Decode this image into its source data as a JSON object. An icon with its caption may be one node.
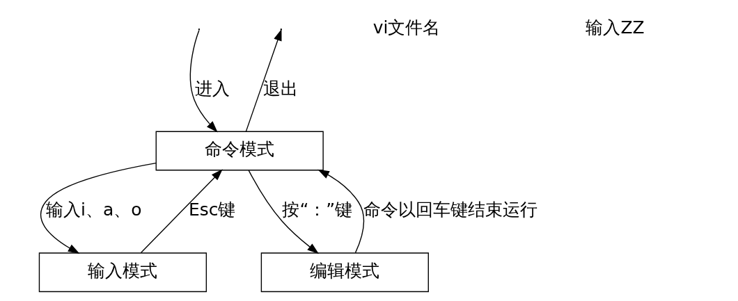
{
  "diagram": {
    "nodes": [
      {
        "text": [
          "命令模式"
        ]
      },
      {
        "text": [
          "输入模式"
        ]
      },
      {
        "text": [
          "编辑模式"
        ]
      }
    ],
    "edges": [
      {
        "from": null,
        "to": 0,
        "arrow": "to",
        "label": "进入"
      },
      {
        "from": 0,
        "to": null,
        "arrow": "to",
        "label": "退出"
      },
      {
        "from": 0,
        "to": 1,
        "arrow": "to",
        "label": "输入i、a、o"
      },
      {
        "from": 1,
        "to": 0,
        "arrow": "to",
        "label": "Esc键"
      },
      {
        "from": 0,
        "to": 2,
        "arrow": "to",
        "label": "按“：”键"
      },
      {
        "from": 2,
        "to": 0,
        "arrow": "to",
        "label": "命令以回车键结束运行"
      }
    ],
    "labels": [
      "vi文件名",
      "输入ZZ"
    ]
  }
}
